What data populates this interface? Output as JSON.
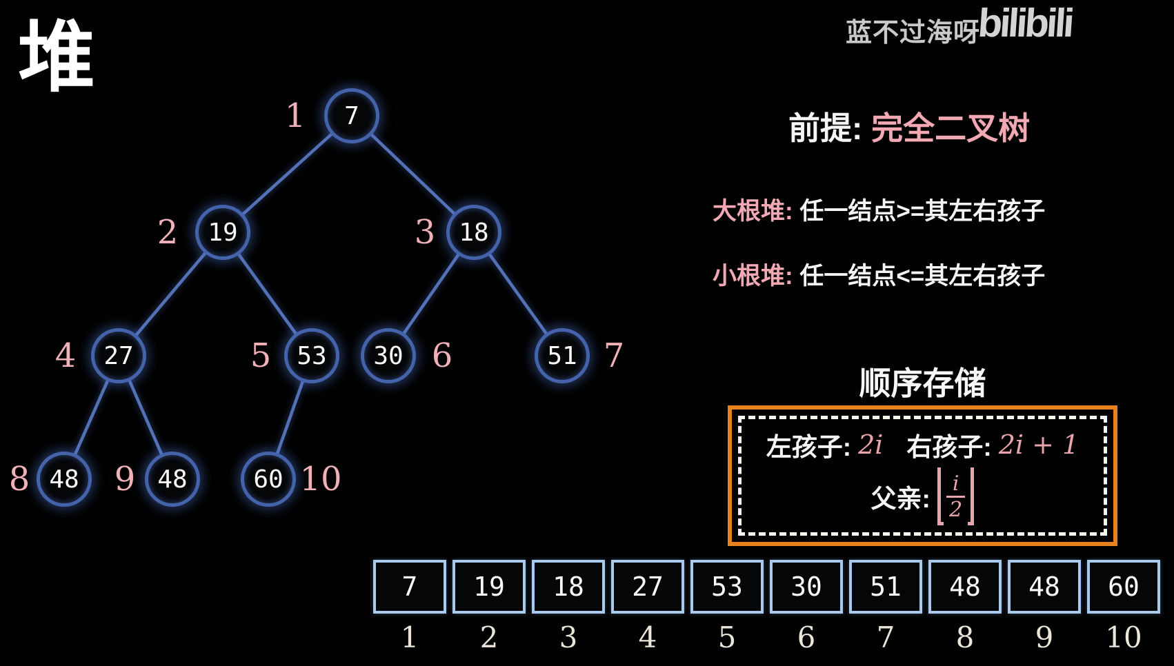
{
  "title": "堆",
  "watermark": {
    "name": "蓝不过海呀",
    "logo": "bilibili"
  },
  "tree": {
    "nodes": [
      {
        "value": "7",
        "index": "1"
      },
      {
        "value": "19",
        "index": "2"
      },
      {
        "value": "18",
        "index": "3"
      },
      {
        "value": "27",
        "index": "4"
      },
      {
        "value": "53",
        "index": "5"
      },
      {
        "value": "30",
        "index": "6"
      },
      {
        "value": "51",
        "index": "7"
      },
      {
        "value": "48",
        "index": "8"
      },
      {
        "value": "48",
        "index": "9"
      },
      {
        "value": "60",
        "index": "10"
      }
    ],
    "edges": [
      [
        1,
        2
      ],
      [
        1,
        3
      ],
      [
        2,
        4
      ],
      [
        2,
        5
      ],
      [
        3,
        6
      ],
      [
        3,
        7
      ],
      [
        4,
        8
      ],
      [
        4,
        9
      ],
      [
        5,
        10
      ]
    ]
  },
  "notes": {
    "premise_label": "前提:",
    "premise_value": "完全二叉树",
    "max_heap_label": "大根堆:",
    "max_heap_value": "任一结点>=其左右孩子",
    "min_heap_label": "小根堆:",
    "min_heap_value": "任一结点<=其左右孩子"
  },
  "storage": {
    "heading": "顺序存储",
    "left_child_label": "左孩子:",
    "left_child_formula": "2i",
    "right_child_label": "右孩子:",
    "right_child_formula": "2i + 1",
    "parent_label": "父亲:",
    "parent_numerator": "i",
    "parent_denominator": "2"
  },
  "array": {
    "values": [
      "7",
      "19",
      "18",
      "27",
      "53",
      "30",
      "51",
      "48",
      "48",
      "60"
    ],
    "indices": [
      "1",
      "2",
      "3",
      "4",
      "5",
      "6",
      "7",
      "8",
      "9",
      "10"
    ]
  },
  "colors": {
    "background": "#010101",
    "pink_accent": "#f3a9b4",
    "math_pink": "#e9a3ab",
    "node_blue": "#4563ab",
    "cell_blue": "#a9c9ed",
    "box_orange": "#e8821c",
    "text_white": "#f5f5f5",
    "watermark_gray": "#c9c9c9"
  }
}
